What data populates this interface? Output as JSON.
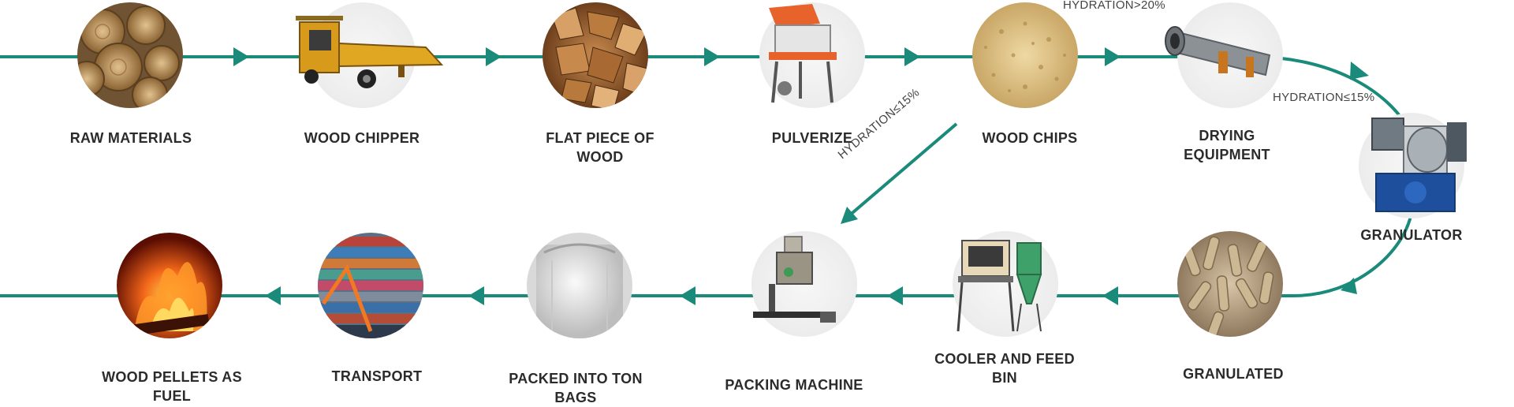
{
  "colors": {
    "flow_line": "#1a8a7a",
    "label_text": "#2b2b2b",
    "note_text": "#444444"
  },
  "steps": [
    {
      "id": "raw-materials",
      "label": "RAW MATERIALS",
      "icon": "log-pile-image"
    },
    {
      "id": "wood-chipper",
      "label": "WOOD CHIPPER",
      "icon": "chipper-machine-image"
    },
    {
      "id": "flat-piece-of-wood",
      "label": "FLAT PIECE OF WOOD",
      "icon": "wood-pieces-image"
    },
    {
      "id": "pulverize",
      "label": "PULVERIZE",
      "icon": "pulverizer-machine-image"
    },
    {
      "id": "wood-chips",
      "label": "WOOD CHIPS",
      "icon": "sawdust-image"
    },
    {
      "id": "drying-equipment",
      "label": "DRYING EQUIPMENT",
      "icon": "rotary-dryer-image"
    },
    {
      "id": "granulator",
      "label": "GRANULATOR",
      "icon": "pellet-mill-image"
    },
    {
      "id": "granulated",
      "label": "GRANULATED",
      "icon": "pellets-image"
    },
    {
      "id": "cooler-and-feed-bin",
      "label": "COOLER AND FEED BIN",
      "icon": "cooler-bin-image"
    },
    {
      "id": "packing-machine",
      "label": "PACKING MACHINE",
      "icon": "packing-machine-image"
    },
    {
      "id": "packed-into-ton-bags",
      "label": "PACKED INTO TON BAGS",
      "icon": "ton-bag-image"
    },
    {
      "id": "transport",
      "label": "TRANSPORT",
      "icon": "shipping-containers-image"
    },
    {
      "id": "wood-pellets-as-fuel",
      "label": "WOOD PELLETS AS FUEL",
      "icon": "fire-image"
    }
  ],
  "notes": {
    "hydration_high": "HYDRATION>20%",
    "hydration_low_dryer": "HYDRATION≤15%",
    "hydration_low_bypass": "HYDRATION≤15%"
  }
}
